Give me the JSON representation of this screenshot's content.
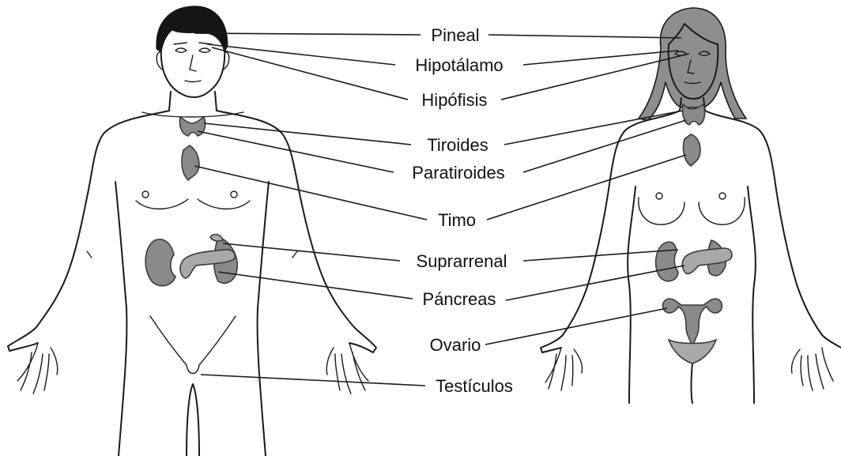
{
  "colors": {
    "gland": "#8a8a8a",
    "gland_light": "#a9a9a9",
    "female_hair": "#8e8e8e",
    "male_hair": "#151515",
    "outline": "#1a1a1a"
  },
  "labels": {
    "pineal": "Pineal",
    "hipotalamo": "Hipotálamo",
    "hipofisis": "Hipófisis",
    "tiroides": "Tiroides",
    "paratiroides": "Paratiroides",
    "timo": "Timo",
    "suprarrenal": "Suprarrenal",
    "pancreas": "Páncreas",
    "ovario": "Ovario",
    "testiculos": "Testículos"
  }
}
